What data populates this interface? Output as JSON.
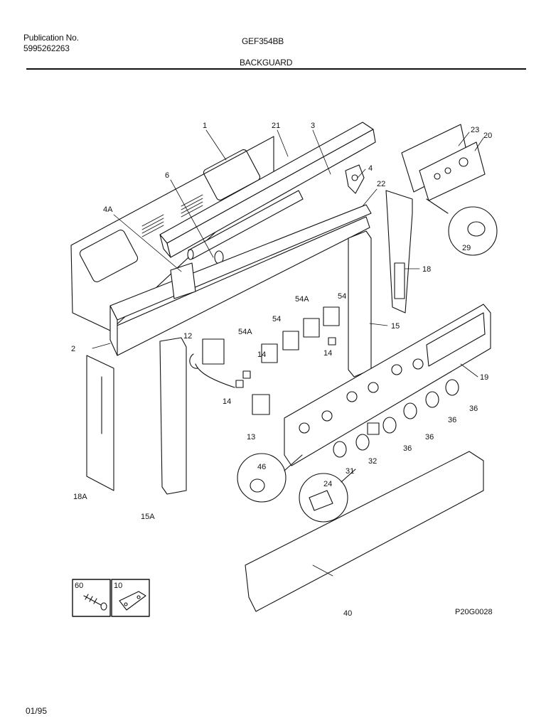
{
  "header": {
    "publication_label": "Publication No.",
    "publication_number": "5995262263",
    "model_number": "GEF354BB",
    "section_title": "BACKGUARD"
  },
  "callouts": {
    "c1": "1",
    "c21": "21",
    "c3": "3",
    "c4": "4",
    "c6": "6",
    "c4A": "4A",
    "c22": "22",
    "c23": "23",
    "c20": "20",
    "c29": "29",
    "c18": "18",
    "c54A_top": "54A",
    "c54_top": "54",
    "c54_mid": "54",
    "c54A_mid": "54A",
    "c15": "15",
    "c14_right": "14",
    "c12": "12",
    "c14_mid": "14",
    "c14_low": "14",
    "c2": "2",
    "c19": "19",
    "c13": "13",
    "c36_a": "36",
    "c36_b": "36",
    "c36_c": "36",
    "c36_d": "36",
    "c32": "32",
    "c31": "31",
    "c46": "46",
    "c24": "24",
    "c18A": "18A",
    "c15A": "15A",
    "c40": "40",
    "c60": "60",
    "c10": "10"
  },
  "footer": {
    "drawing_code": "P20G0028",
    "date": "01/95"
  }
}
